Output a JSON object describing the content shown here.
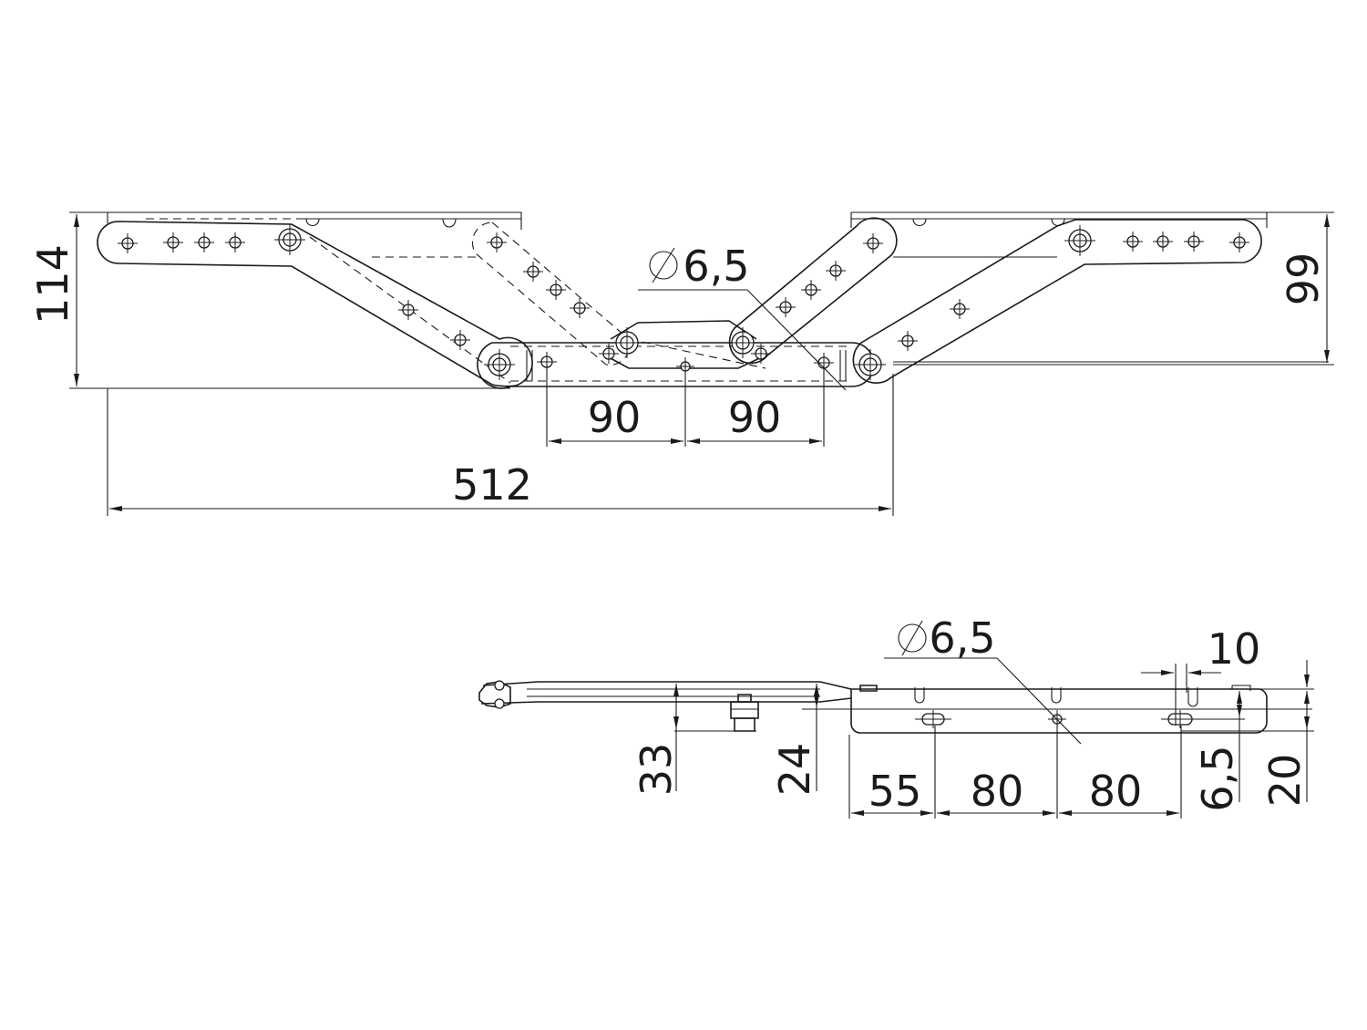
{
  "drawing": {
    "top_view": {
      "dims": {
        "overall_height": "114",
        "right_height": "99",
        "hole_diameter": "6,5",
        "spacing_left": "90",
        "spacing_right": "90",
        "overall_length": "512"
      }
    },
    "side_view": {
      "dims": {
        "hole_diameter": "6,5",
        "slot_width": "10",
        "height_33": "33",
        "height_24": "24",
        "spacing_55": "55",
        "spacing_80_a": "80",
        "spacing_80_b": "80",
        "hole_offset": "6,5",
        "plate_height": "20"
      }
    }
  }
}
